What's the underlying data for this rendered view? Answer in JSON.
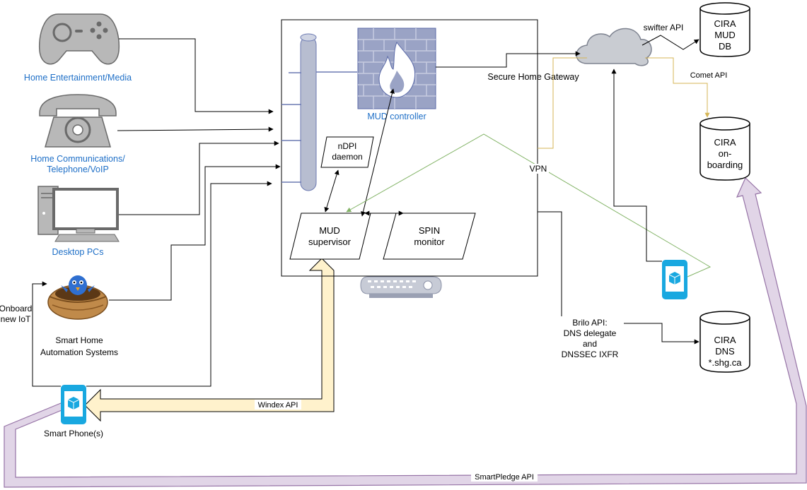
{
  "devices": {
    "entertainment": "Home Entertainment/Media",
    "communications_line1": "Home Communications/",
    "communications_line2": "Telephone/VoIP",
    "desktop": "Desktop PCs",
    "automation_line1": "Smart Home",
    "automation_line2": "Automation Systems",
    "smartphone": "Smart Phone(s)",
    "onboard_line1": "Onboard",
    "onboard_line2": "new IoT"
  },
  "gateway": {
    "mud_controller": "MUD controller",
    "ndpi_line1": "nDPI",
    "ndpi_line2": "daemon",
    "mud_supervisor_line1": "MUD",
    "mud_supervisor_line2": "supervisor",
    "spin_line1": "SPIN",
    "spin_line2": "monitor",
    "label": "Secure Home Gateway"
  },
  "apis": {
    "swifter": "swifter API",
    "comet": "Comet API",
    "vpn": "VPN",
    "brilo_line1": "Brilo API:",
    "brilo_line2": "DNS delegate",
    "brilo_line3": "and",
    "brilo_line4": "DNSSEC IXFR",
    "windex": "Windex API",
    "smartpledge": "SmartPledge API"
  },
  "databases": {
    "mud_db": [
      "CIRA",
      "MUD",
      "DB"
    ],
    "onboarding": [
      "CIRA",
      "on-",
      "boarding"
    ],
    "dns": [
      "CIRA",
      "DNS",
      "*.shg.ca"
    ]
  },
  "colors": {
    "device_label": "#1e6fc7",
    "icon_gray": "#b8b8b8",
    "phone_blue": "#19a8e0",
    "windex_arrow": "#fff2cc",
    "smartpledge_arrow": "#e1d5e7",
    "vpn_line": "#82b366",
    "comet_line": "#d6b656"
  }
}
